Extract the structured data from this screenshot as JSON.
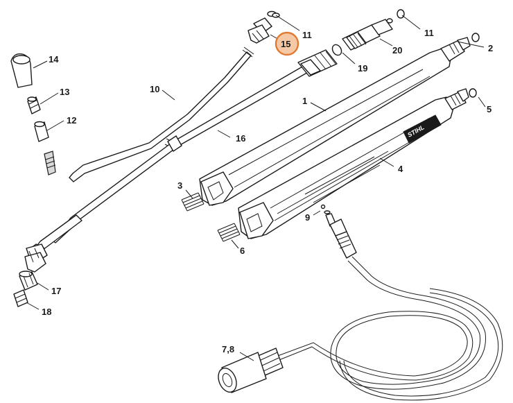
{
  "diagram": {
    "highlight_color": "#e07a32",
    "highlighted_part": "15",
    "brand_text": "STIHL",
    "labels": {
      "p1": "1",
      "p2": "2",
      "p3": "3",
      "p4": "4",
      "p5": "5",
      "p6": "6",
      "p78": "7,8",
      "p9": "9",
      "p10": "10",
      "p11a": "11",
      "p11b": "11",
      "p12": "12",
      "p13": "13",
      "p14": "14",
      "p15": "15",
      "p16": "16",
      "p17": "17",
      "p18": "18",
      "p19": "19",
      "p20": "20"
    }
  }
}
